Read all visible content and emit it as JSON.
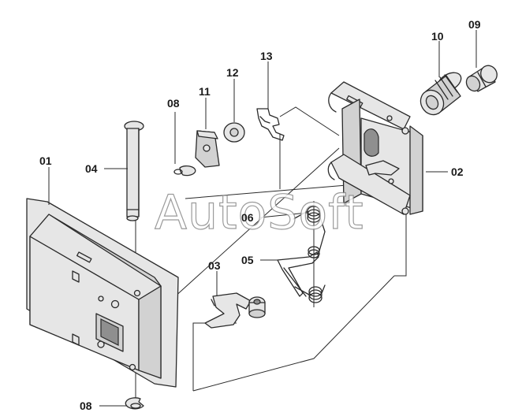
{
  "diagram": {
    "watermark": "AutoSoft",
    "callouts": [
      {
        "id": "01",
        "text": "01"
      },
      {
        "id": "02",
        "text": "02"
      },
      {
        "id": "03",
        "text": "03"
      },
      {
        "id": "04",
        "text": "04"
      },
      {
        "id": "05",
        "text": "05"
      },
      {
        "id": "06",
        "text": "06"
      },
      {
        "id": "08a",
        "text": "08"
      },
      {
        "id": "08b",
        "text": "08"
      },
      {
        "id": "09",
        "text": "09"
      },
      {
        "id": "10",
        "text": "10"
      },
      {
        "id": "11",
        "text": "11"
      },
      {
        "id": "12",
        "text": "12"
      },
      {
        "id": "13",
        "text": "13"
      }
    ]
  }
}
